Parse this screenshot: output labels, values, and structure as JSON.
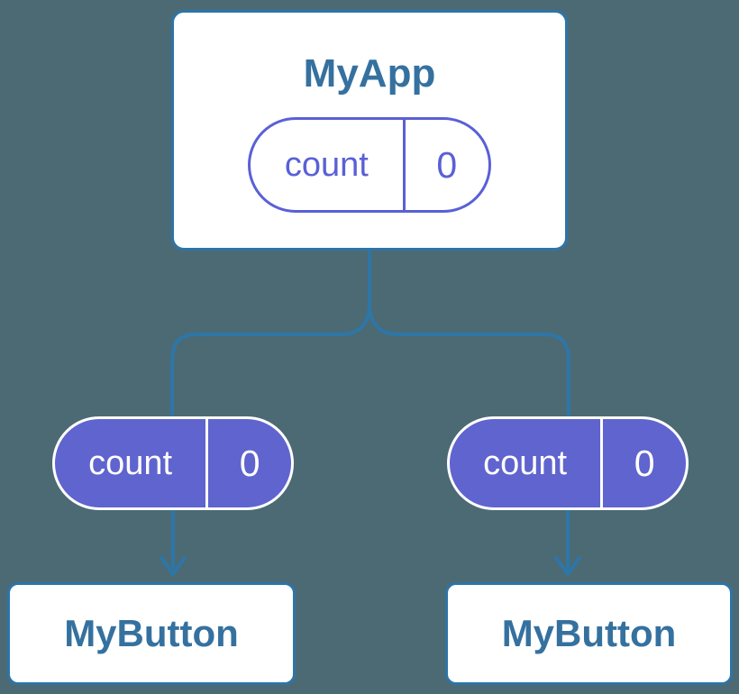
{
  "diagram": {
    "colors": {
      "background": "#4C6A74",
      "connector": "#2D76A8",
      "card_border": "#2D74A8",
      "card_title": "#35719F",
      "card_fill": "#FFFFFF",
      "state_pill_fill": "#5F64CE",
      "state_pill_outline": "#5A60D6"
    },
    "root": {
      "title": "MyApp",
      "state": {
        "key": "count",
        "value": "0"
      }
    },
    "children": [
      {
        "title": "MyButton",
        "state": {
          "key": "count",
          "value": "0"
        }
      },
      {
        "title": "MyButton",
        "state": {
          "key": "count",
          "value": "0"
        }
      }
    ]
  }
}
